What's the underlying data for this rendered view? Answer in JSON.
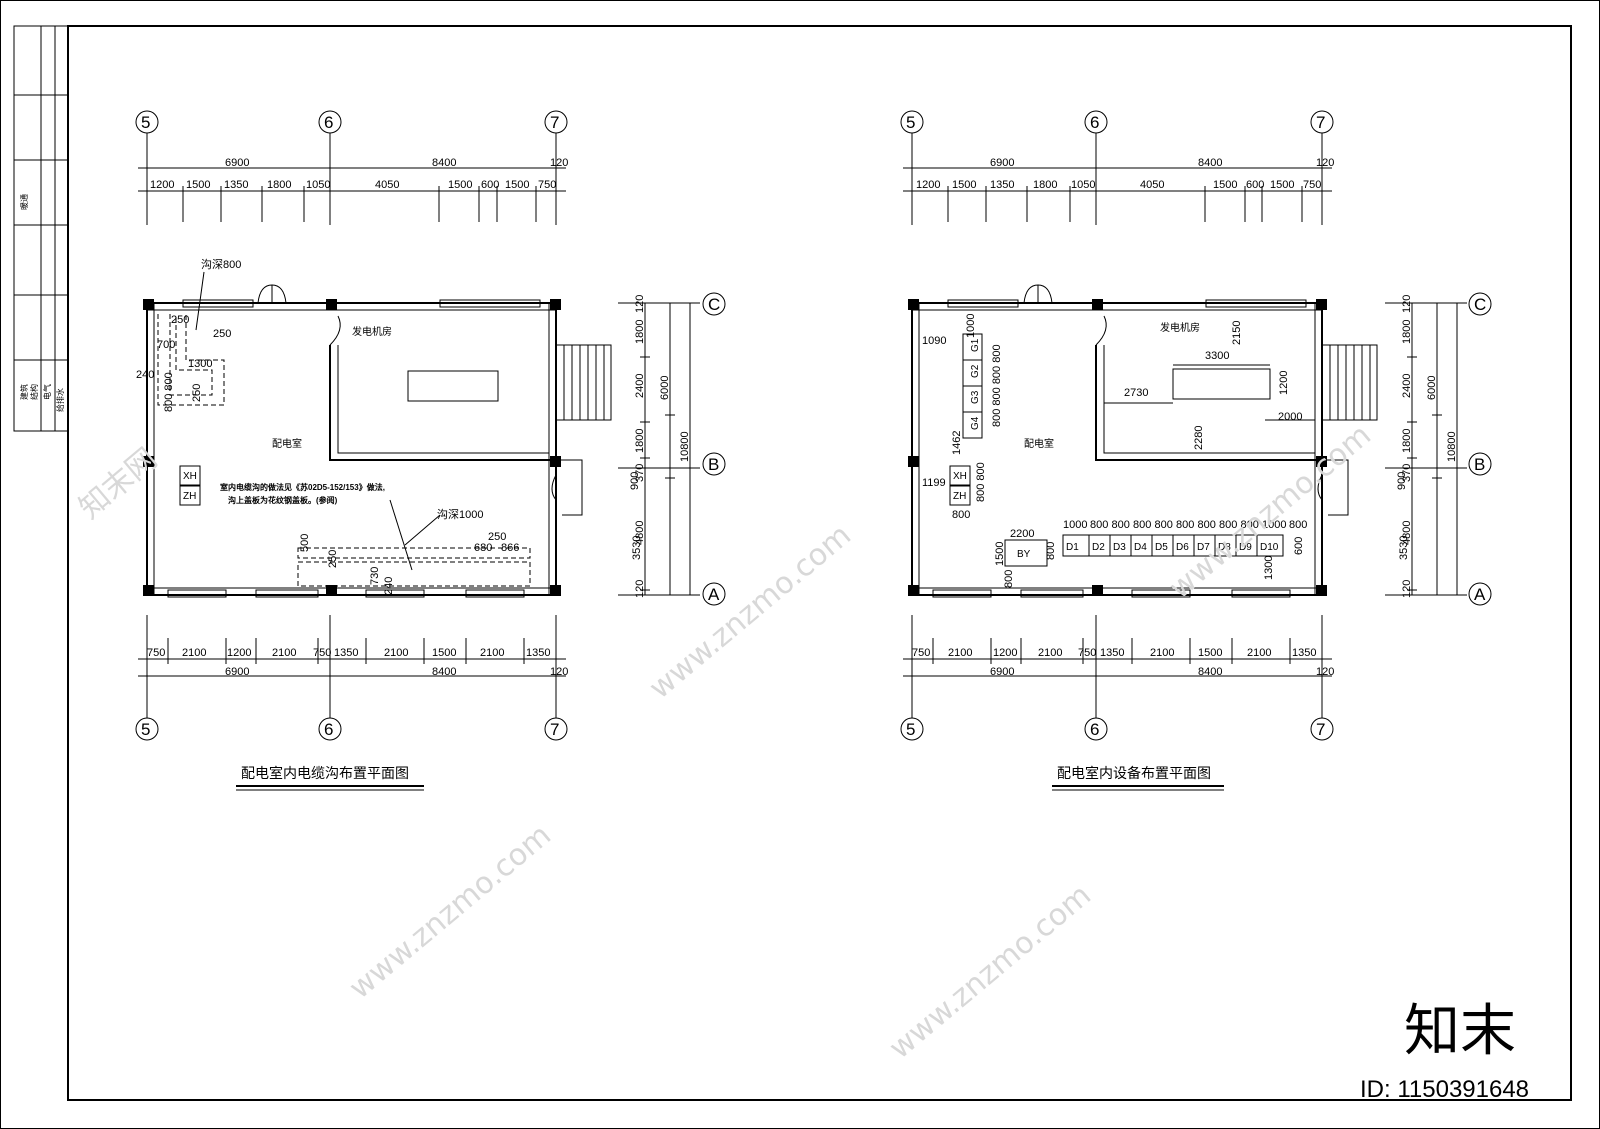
{
  "title_block": {
    "label_top": "暖通",
    "labels_bottom": [
      "建筑",
      "结构",
      "电气",
      "给排水"
    ]
  },
  "axis_labels": {
    "five": "5",
    "six": "6",
    "seven": "7",
    "A": "A",
    "B": "B",
    "C": "C"
  },
  "top_dims": {
    "row1": [
      "6900",
      "8400",
      "120"
    ],
    "row2": [
      "1200",
      "1500",
      "1350",
      "1800",
      "1050",
      "4050",
      "1500",
      "600",
      "1500",
      "750"
    ]
  },
  "bottom_dims": {
    "row1": [
      "750",
      "2100",
      "1200",
      "2100",
      "750",
      "1350",
      "2100",
      "1500",
      "2100",
      "1350"
    ],
    "row2": [
      "6900",
      "8400",
      "120"
    ]
  },
  "side_dims": {
    "inner": [
      "120",
      "1800",
      "2400",
      "1800",
      "370",
      "4800",
      "120"
    ],
    "mid": [
      "6000",
      "900",
      "3530"
    ],
    "outer": "10800"
  },
  "left_plan": {
    "title": "配电室内电缆沟布置平面图",
    "room_generator": "发电机房",
    "room_distribution": "配电室",
    "trench_800": "沟深800",
    "trench_1000": "沟深1000",
    "note_line1": "室内电缆沟的做法见《苏02D5-152/153》做法,",
    "note_line2": "沟上盖板为花纹钢盖板。(参阅)",
    "cabinets": [
      "XH",
      "ZH"
    ],
    "dims": {
      "d250a": "250",
      "d250b": "250",
      "d700": "700",
      "d240": "240",
      "d1300": "1300",
      "d800_800": "800 800",
      "d250c": "250",
      "d500": "500",
      "d250d": "250",
      "d730": "730",
      "d240b": "240",
      "d250e": "250",
      "d680": "680",
      "d866": "866"
    }
  },
  "right_plan": {
    "title": "配电室内设备布置平面图",
    "room_generator": "发电机房",
    "room_distribution": "配电室",
    "gen_cabinets": [
      "G1",
      "G2",
      "G3",
      "G4"
    ],
    "cabinets": [
      "XH",
      "ZH"
    ],
    "by": "BY",
    "d_row": [
      "D1",
      "D2",
      "D3",
      "D4",
      "D5",
      "D6",
      "D7",
      "D8",
      "D9",
      "D10"
    ],
    "d_dims": [
      "1000",
      "800",
      "800",
      "800",
      "800",
      "800",
      "800",
      "800",
      "800",
      "1000",
      "800"
    ],
    "dims": {
      "d1090": "1090",
      "d1000": "1000",
      "g_dims": "800 800 800 800",
      "d1462": "1462",
      "d1199": "1199",
      "d800_800": "800 800",
      "d800": "800",
      "d2200": "2200",
      "d1500": "1500",
      "d800b": "800",
      "d800c": "800",
      "d1300": "1300",
      "d600": "600",
      "d3300": "3300",
      "d2150": "2150",
      "d2730": "2730",
      "d1200": "1200",
      "d2000": "2000",
      "d2280": "2280"
    }
  },
  "watermark": {
    "brand": "知末",
    "id": "ID: 1150391648",
    "site": "www.znzmo.com",
    "site_cn": "知末网"
  }
}
